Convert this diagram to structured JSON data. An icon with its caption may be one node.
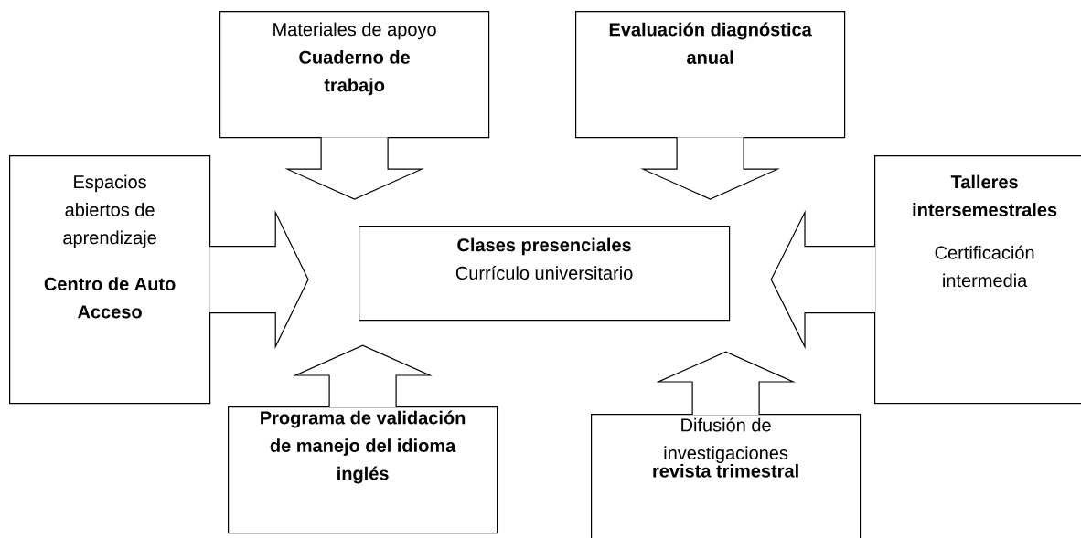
{
  "diagram": {
    "nodes": [
      {
        "text": [
          "Materiales de apoyo",
          "Cuaderno de trabajo"
        ]
      },
      {
        "text": [
          "Evaluación diagnóstica  anual"
        ]
      },
      {
        "text": [
          "Espacios abiertos  de aprendizaje",
          "Centro de Auto Acceso"
        ]
      },
      {
        "text": [
          "Clases presenciales",
          "Currículo universitario"
        ]
      },
      {
        "text": [
          "Talleres intersemestrales",
          "Certificación intermedia"
        ]
      },
      {
        "text": [
          "Programa de validación de manejo del idioma inglés"
        ]
      },
      {
        "text": [
          "Difusión de investigaciones",
          "revista trimestral"
        ]
      }
    ],
    "edges": [
      {
        "from": 0,
        "to": 3,
        "arrow": "to"
      },
      {
        "from": 1,
        "to": 3,
        "arrow": "to"
      },
      {
        "from": 2,
        "to": 3,
        "arrow": "to"
      },
      {
        "from": 4,
        "to": 3,
        "arrow": "to"
      },
      {
        "from": 5,
        "to": 3,
        "arrow": "to"
      },
      {
        "from": 6,
        "to": 3,
        "arrow": "to"
      }
    ]
  }
}
